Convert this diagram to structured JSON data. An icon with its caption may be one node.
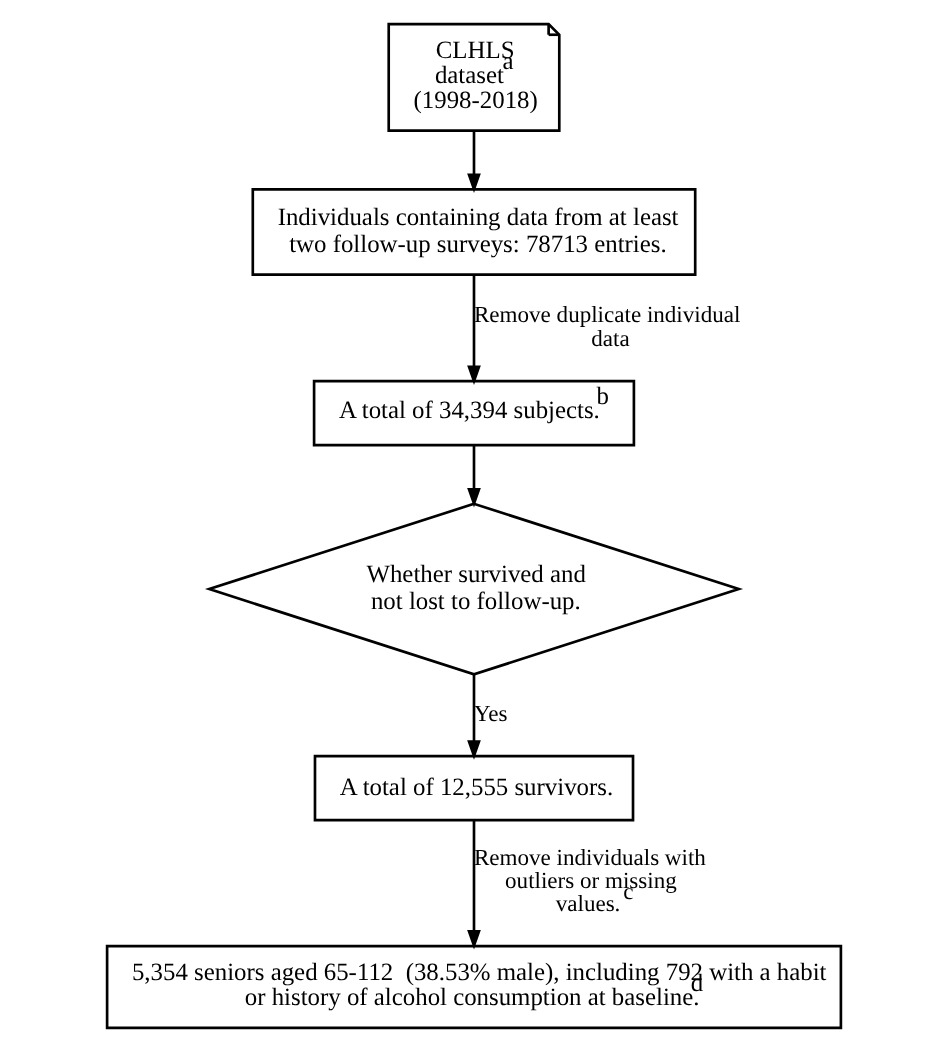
{
  "diagram": {
    "nodes": [
      {
        "text": [
          "CLHLS dataset$^{a}$ (1998-2018)"
        ]
      },
      {
        "text": [
          "Individuals containing data from at least two follow-up surveys: 78713 entries."
        ]
      },
      {
        "text": [
          "A total of 34,394 subjects.$^{b}$"
        ]
      },
      {
        "text": [
          "Whether survived and not lost to follow-up."
        ]
      },
      {
        "text": [
          "A total of 12,555 survivors."
        ]
      },
      {
        "text": [
          "5,354 seniors aged 65-112  (38.53% male), including 792 with a habit or history of alcohol consumption at baseline.$^{d}$"
        ]
      }
    ],
    "edges": [
      {
        "from": 0,
        "to": 1,
        "arrow": "to"
      },
      {
        "from": 1,
        "to": 2,
        "arrow": "to",
        "label": "Remove duplicate individual data"
      },
      {
        "from": 2,
        "to": 3,
        "arrow": "to"
      },
      {
        "from": 3,
        "to": 4,
        "arrow": "to",
        "label": "Yes"
      },
      {
        "from": 4,
        "to": 5,
        "arrow": "to",
        "label": "Remove individuals with outliers or missing values.$^{c}$"
      }
    ]
  }
}
